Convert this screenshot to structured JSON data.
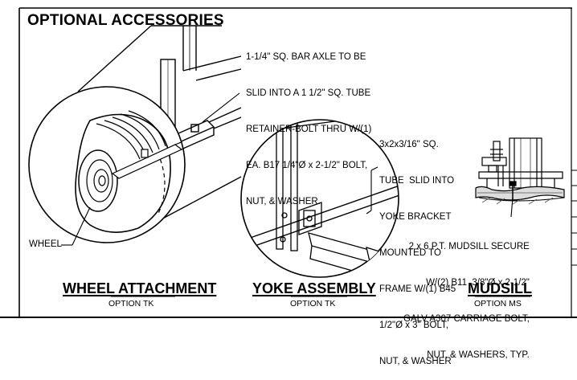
{
  "page_title": "OPTIONAL ACCESSORIES",
  "notes": {
    "axle": [
      "1-1/4\" SQ. BAR AXLE TO BE",
      "SLID INTO A 1 1/2\" SQ. TUBE",
      "RETAINER-BOLT THRU W/(1)",
      "EA. B17 1/4\"Ø x 2-1/2\" BOLT,",
      "NUT, & WASHER."
    ],
    "tube": [
      "3x2x3/16\" SQ.",
      "TUBE  SLID INTO",
      "YOKE BRACKET",
      "MOUNTED TO",
      "FRAME W/(1) B45",
      "1/2\"Ø x 3\" BOLT,",
      "NUT, & WASHER"
    ],
    "mudsill": [
      "2 x 6 P.T. MUDSILL SECURE",
      "W/(2) B11  3/8\"Ø x 2-1/2\"",
      "GALV A307 CARRIAGE BOLT,",
      "NUT, & WASHERS, TYP."
    ]
  },
  "labels": {
    "wheel": "WHEEL"
  },
  "captions": [
    {
      "title": "WHEEL ATTACHMENT",
      "sub": "OPTION TK"
    },
    {
      "title": "YOKE ASSEMBLY",
      "sub": "OPTION TK"
    },
    {
      "title": "MUDSILL",
      "sub": "OPTION MS"
    }
  ],
  "colors": {
    "line": "#000000",
    "paper": "#ffffff",
    "hatch": "#555555"
  }
}
